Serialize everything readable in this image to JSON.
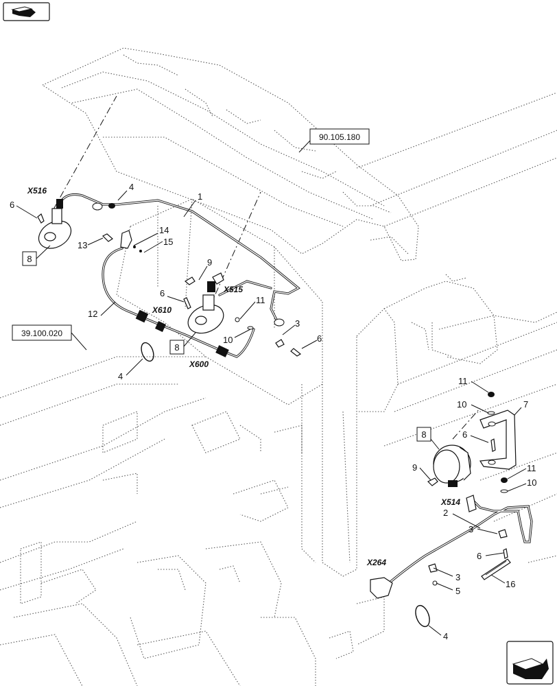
{
  "nav": {
    "prev_icon": "back-arrow-icon",
    "next_icon": "forward-arrow-icon"
  },
  "references": {
    "top": "90.105.180",
    "left": "39.100.020"
  },
  "connectors": {
    "x516": "X516",
    "x515": "X515",
    "x610": "X610",
    "x600": "X600",
    "x514": "X514",
    "x264": "X264"
  },
  "callouts": {
    "c1": "1",
    "c2": "2",
    "c3a": "3",
    "c3b": "3",
    "c3c": "3",
    "c4a": "4",
    "c4b": "4",
    "c4c": "4",
    "c5": "5",
    "c6a": "6",
    "c6b": "6",
    "c6c": "6",
    "c6d": "6",
    "c6e": "6",
    "c7": "7",
    "c8a": "8",
    "c8b": "8",
    "c8c": "8",
    "c9a": "9",
    "c9b": "9",
    "c10a": "10",
    "c10b": "10",
    "c10c": "10",
    "c11a": "11",
    "c11b": "11",
    "c11c": "11",
    "c12": "12",
    "c13": "13",
    "c14": "14",
    "c15": "15",
    "c16": "16"
  }
}
